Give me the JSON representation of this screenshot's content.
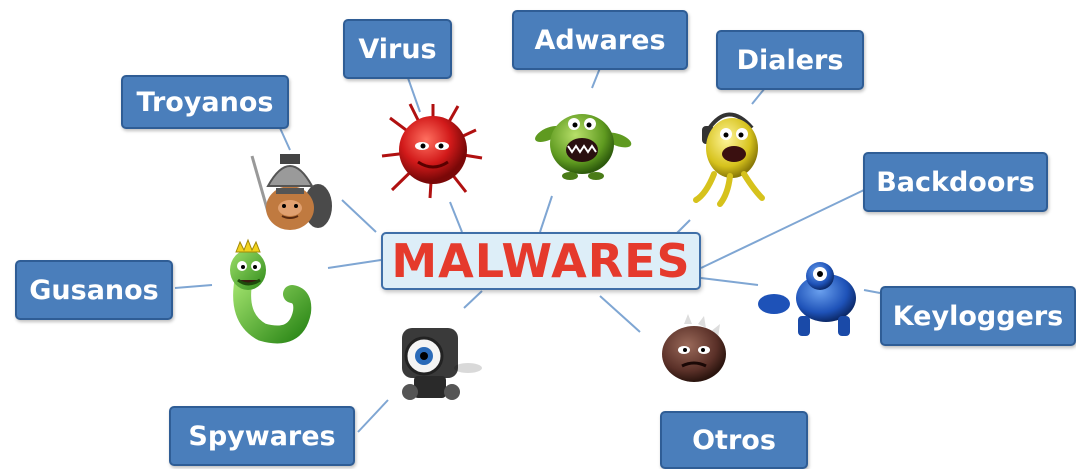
{
  "center": {
    "title": "MALWARES"
  },
  "nodes": [
    {
      "key": "virus",
      "label": "Virus"
    },
    {
      "key": "adwares",
      "label": "Adwares"
    },
    {
      "key": "dialers",
      "label": "Dialers"
    },
    {
      "key": "troyanos",
      "label": "Troyanos"
    },
    {
      "key": "backdoors",
      "label": "Backdoors"
    },
    {
      "key": "gusanos",
      "label": "Gusanos"
    },
    {
      "key": "keyloggers",
      "label": "Keyloggers"
    },
    {
      "key": "spywares",
      "label": "Spywares"
    },
    {
      "key": "otros",
      "label": "Otros"
    }
  ],
  "colors": {
    "box_fill": "#4a7ebb",
    "box_border": "#2f5d95",
    "box_text": "#ffffff",
    "center_fill": "#ddeef8",
    "center_text": "#e53a2c",
    "connector": "#7fa6d3"
  }
}
